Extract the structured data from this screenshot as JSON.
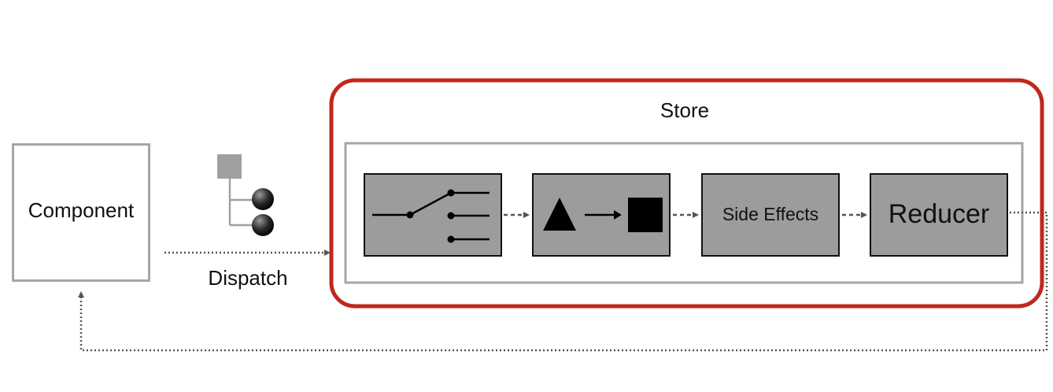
{
  "component": {
    "label": "Component"
  },
  "dispatch": {
    "label": "Dispatch"
  },
  "store": {
    "label": "Store",
    "stages": [
      {
        "name": "switch-router",
        "label": ""
      },
      {
        "name": "transform",
        "label": ""
      },
      {
        "name": "side-effects",
        "label": "Side Effects"
      },
      {
        "name": "reducer",
        "label": "Reducer"
      }
    ]
  },
  "colors": {
    "store_border": "#c0281c",
    "pipeline_border": "#a6a6a6",
    "stage_fill": "#9b9c9b",
    "component_border": "#a6a6a6",
    "action_square": "#a0a0a0",
    "connector": "#555555"
  },
  "icons": [
    "action-square-icon",
    "action-circle-icon",
    "switch-icon",
    "triangle-icon",
    "arrow-icon",
    "square-icon"
  ]
}
